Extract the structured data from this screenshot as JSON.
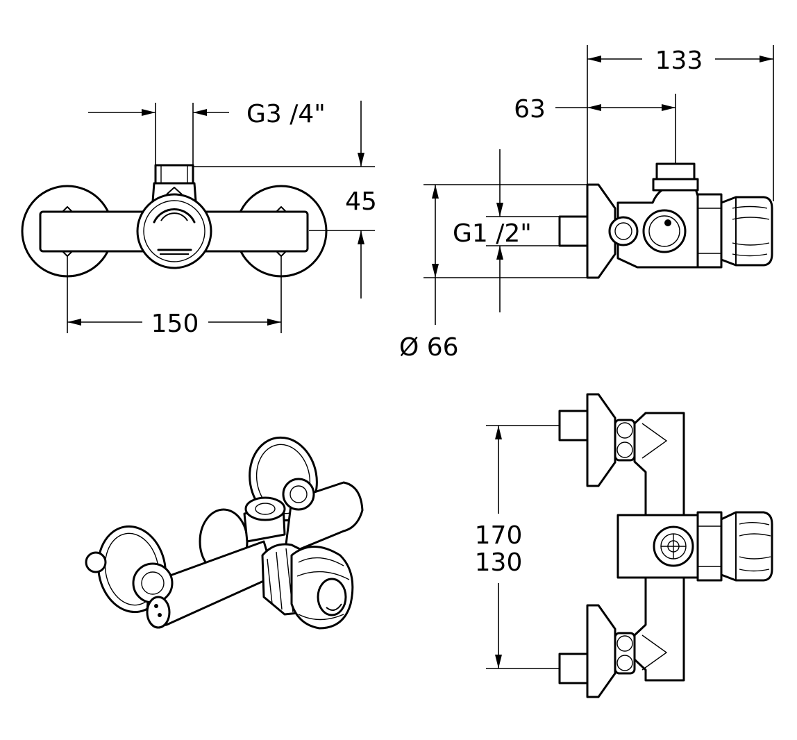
{
  "views": {
    "front": {
      "dim_width": "150",
      "dim_thread": "G3 /4\"",
      "dim_height": "45"
    },
    "side": {
      "dim_depth": "133",
      "dim_outlet": "63",
      "dim_inlet_thread": "G1 /2\"",
      "dim_flange_diameter": "Ø  66"
    },
    "top": {
      "dim_centers_max": "170",
      "dim_centers_min": "130"
    }
  }
}
